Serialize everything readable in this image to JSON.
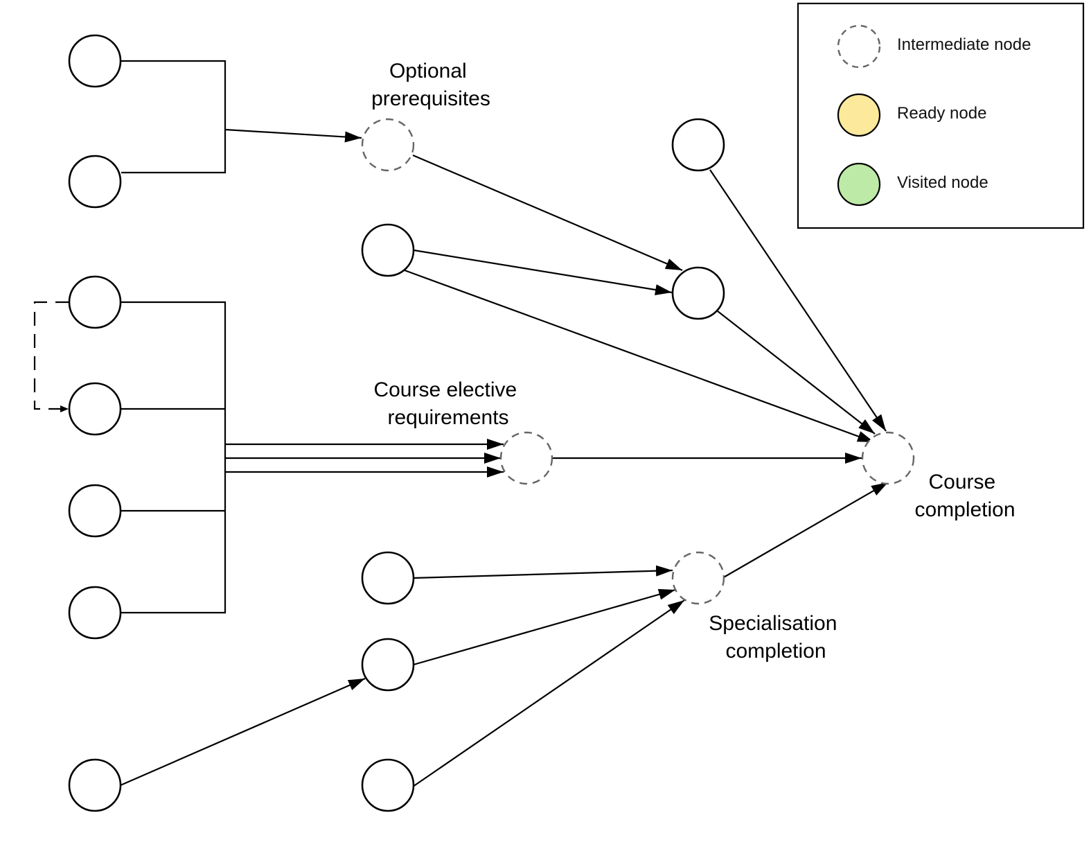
{
  "labels": {
    "optional_prerequisites": [
      "Optional",
      "prerequisites"
    ],
    "course_elective_requirements": [
      "Course elective",
      "requirements"
    ],
    "specialisation_completion": [
      "Specialisation",
      "completion"
    ],
    "course_completion": [
      "Course",
      "completion"
    ]
  },
  "legend": {
    "intermediate": "Intermediate node",
    "ready": "Ready node",
    "visited": "Visited node"
  },
  "colors": {
    "ready": "#fde99b",
    "visited": "#bdeaa6",
    "intermediate_stroke": "#666666",
    "node_stroke": "#000000"
  }
}
